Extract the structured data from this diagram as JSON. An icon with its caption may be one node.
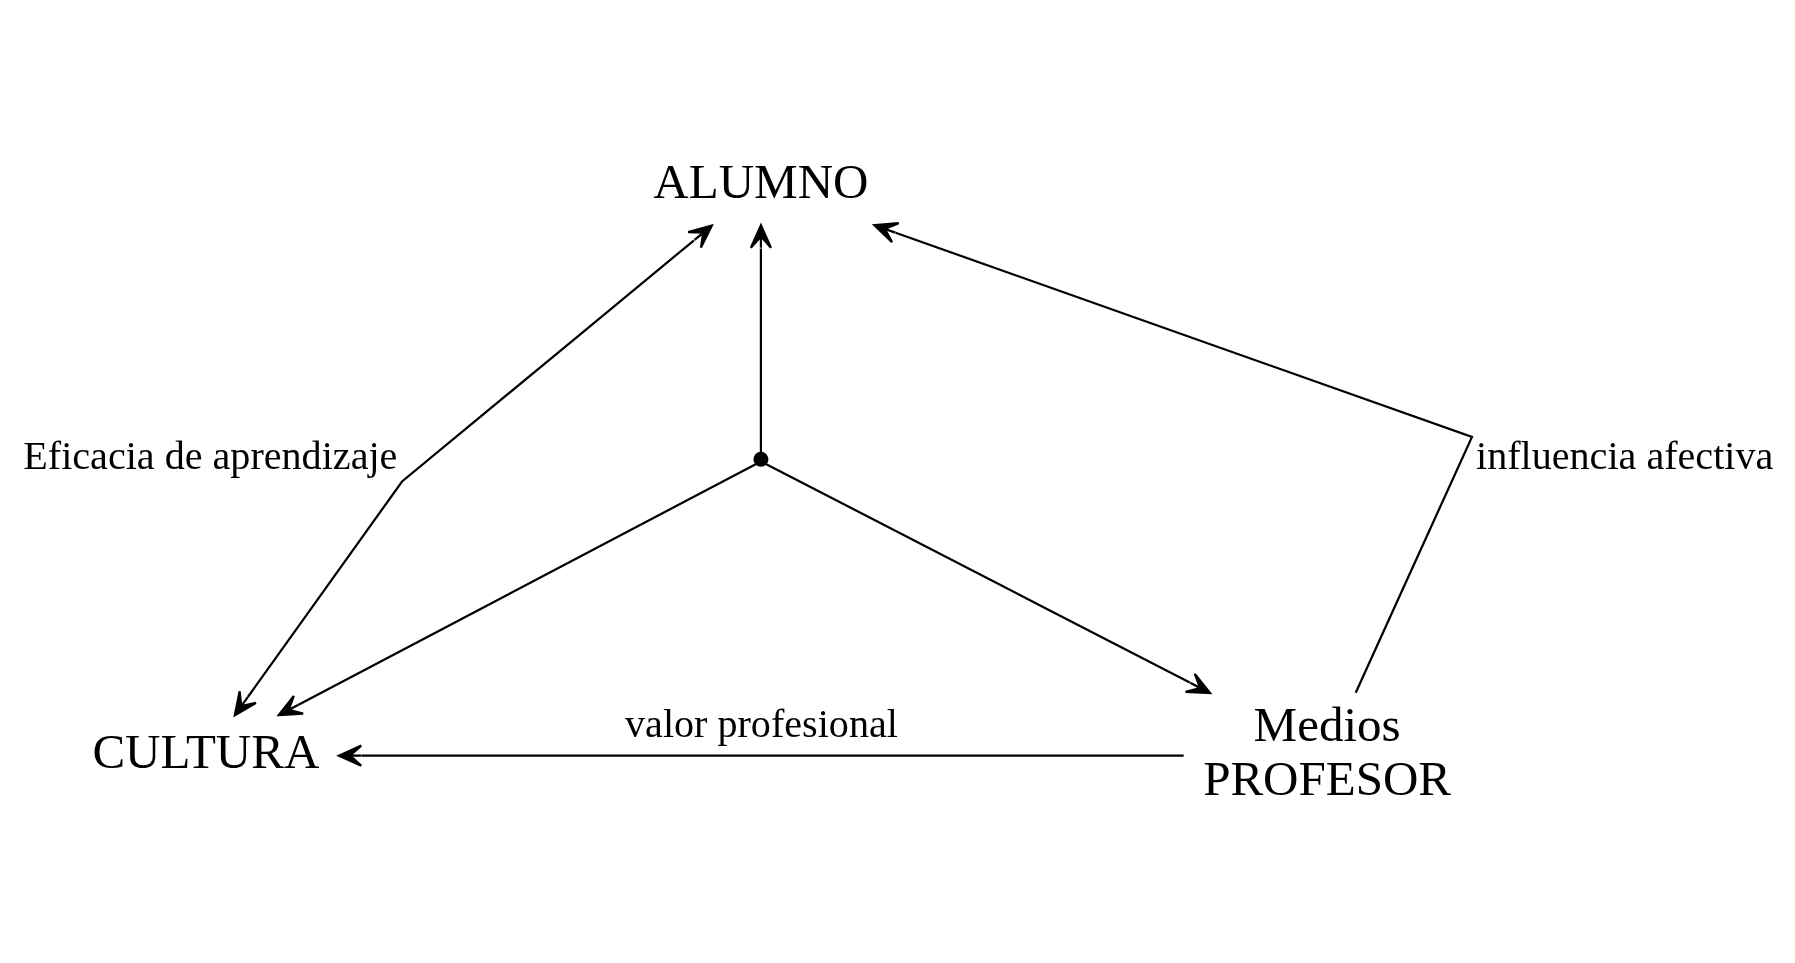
{
  "diagram": {
    "nodes": [
      {
        "text": [
          "ALUMNO"
        ]
      },
      {
        "text": [
          "CULTURA"
        ]
      },
      {
        "text": [
          "Medios",
          "PROFESOR"
        ]
      },
      {
        "text": [],
        "shape": "point"
      }
    ],
    "edges": [
      {
        "from": 0,
        "to": 1,
        "arrow": "both",
        "label": "Eficacia de aprendizaje"
      },
      {
        "from": 2,
        "to": 0,
        "arrow": "to",
        "label": "influencia afectiva"
      },
      {
        "from": 2,
        "to": 1,
        "arrow": "to",
        "label": "valor profesional"
      },
      {
        "from": 3,
        "to": 0,
        "arrow": "to"
      },
      {
        "from": 3,
        "to": 1,
        "arrow": "to"
      },
      {
        "from": 3,
        "to": 2,
        "arrow": "to"
      }
    ]
  }
}
